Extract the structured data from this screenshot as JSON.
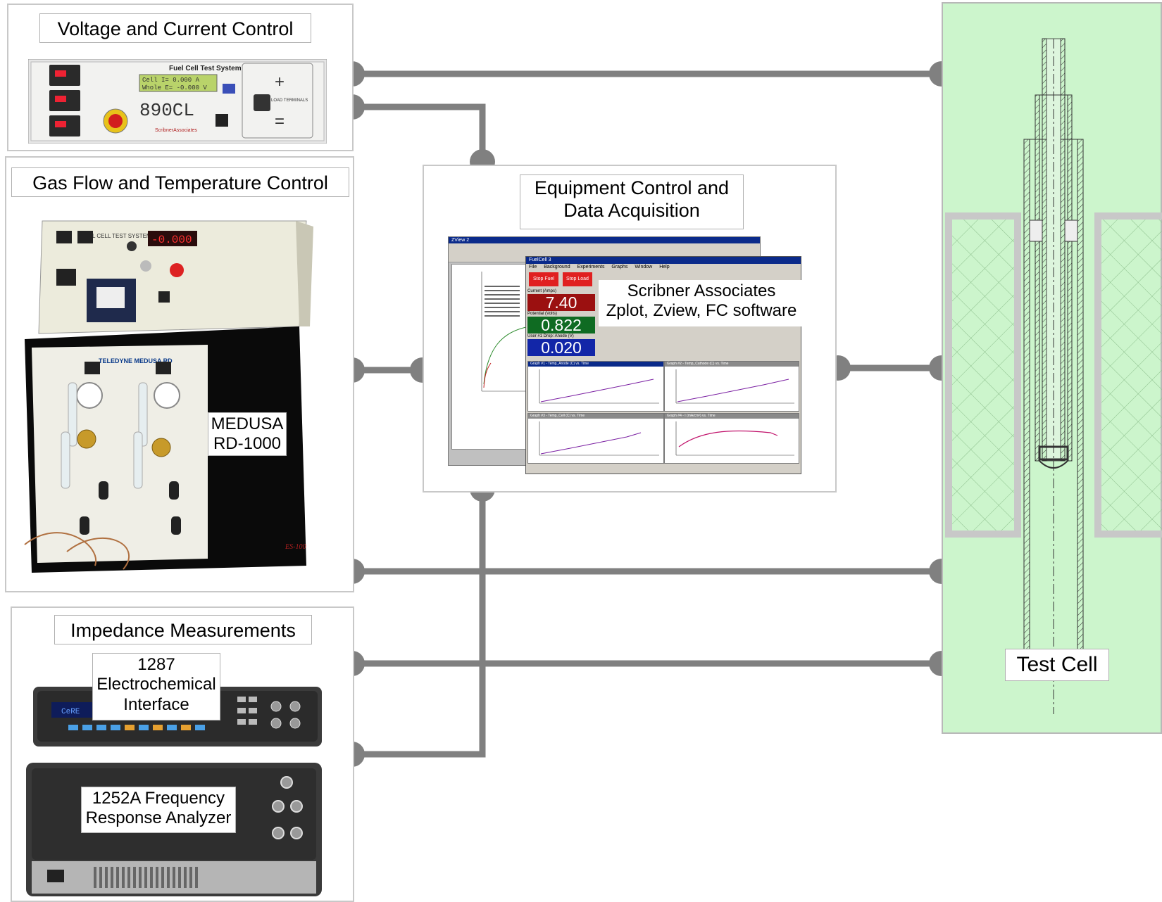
{
  "panels": {
    "voltage": {
      "title": "Voltage and Current Control",
      "device": {
        "name": "Fuel Cell Test System",
        "model": "890CL",
        "lcd_line1": "Cell I= 0.000 A",
        "lcd_line2": "Whole E= -0.000 V",
        "maker": "ScribnerAssociates",
        "terminals": "LOAD TERMINALS"
      }
    },
    "gas": {
      "title": "Gas Flow and Temperature Control",
      "device_label_line1": "MEDUSA",
      "device_label_line2": "RD-1000",
      "top_unit": {
        "name": "FUEL CELL TEST SYSTEM",
        "display": "-0.000"
      },
      "cabinet_brand": "TELEDYNE MEDUSA RD",
      "corner_code": "ES-100"
    },
    "impedance": {
      "title": "Impedance Measurements",
      "interface_label": [
        "1287",
        "Electrochemical",
        "Interface"
      ],
      "interface_display": "CeRE",
      "analyzer_label": [
        "1252A Frequency",
        "Response Analyzer"
      ]
    },
    "daq": {
      "title_line1": "Equipment Control and",
      "title_line2": "Data Acquisition",
      "software_line1": "Scribner Associates",
      "software_line2": "Zplot, Zview, FC software",
      "readouts": [
        {
          "caption": "Current (Amps)",
          "value": "7.40",
          "color": "#9b1010"
        },
        {
          "caption": "Potential (Volts)",
          "value": "0.822",
          "color": "#0f6b22"
        },
        {
          "caption": "User #1 Drop: Anode (V)",
          "value": "0.020",
          "color": "#1226a8"
        }
      ],
      "buttons": [
        "Stop Fuel",
        "Stop Load"
      ],
      "window_titles": [
        "ZView 2",
        "FuelCell 3"
      ],
      "menu": [
        "File",
        "Background",
        "Experiments",
        "Graphs",
        "Window",
        "Help"
      ],
      "graphs": [
        "Graph #1 - Temp_Anode (C) vs. Time",
        "Graph #2 - Temp_Cathode (C) vs. Time",
        "Graph #3 - Temp_Cell (C) vs. Time",
        "Graph #4 - I (mA/cm²) vs. Time"
      ],
      "colors": {
        "line": "#7a1fa2",
        "alt_line": "#c0106a"
      }
    },
    "test_cell": {
      "title": "Test Cell",
      "background": "#ccf5cc"
    }
  },
  "colors": {
    "wire": "#808080",
    "panel_border": "#c8c8c8"
  }
}
